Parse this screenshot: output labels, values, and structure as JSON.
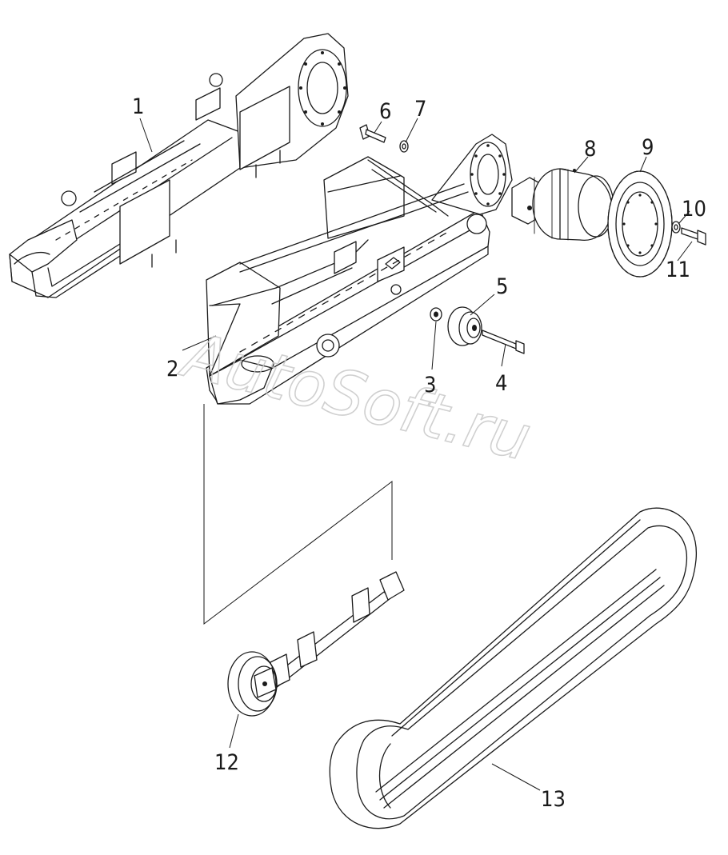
{
  "watermark": "AutoSoft.ru",
  "callouts": {
    "c1": "1",
    "c2": "2",
    "c3": "3",
    "c4": "4",
    "c5": "5",
    "c6": "6",
    "c7": "7",
    "c8": "8",
    "c9": "9",
    "c10": "10",
    "c11": "11",
    "c12": "12",
    "c13": "13"
  },
  "colors": {
    "line": "#1a1a1a",
    "paper": "#ffffff",
    "watermark": "#c8c8c8"
  }
}
